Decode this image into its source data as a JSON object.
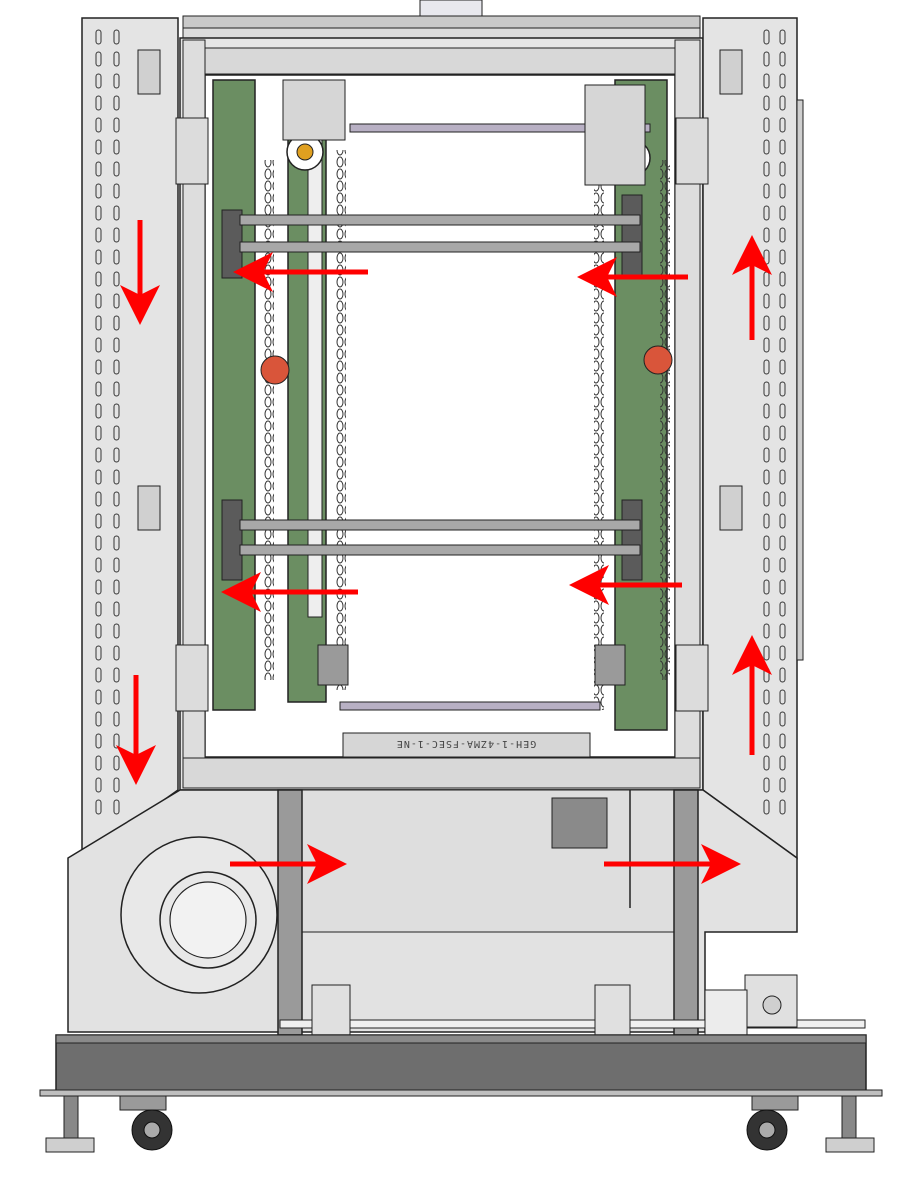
{
  "drawing": {
    "part_stamp": "GEH-1-4ZMA-FSEC-1-NE"
  },
  "colors": {
    "arrow": "#ff0000",
    "frame_side": "#e6e6e6",
    "frame_face": "#d7d7d7",
    "column_green": "#6b8e62",
    "column_green_dark": "#4f6b48",
    "steel": "#9a9a9a",
    "base": "#6e6e6e",
    "outline": "#222222",
    "shaft": "#b8b0c4",
    "sprocket": "#d9553a"
  },
  "airflow_arrows": [
    {
      "panel": "left-door-upper",
      "direction": "down"
    },
    {
      "panel": "left-door-lower",
      "direction": "down"
    },
    {
      "panel": "right-door-upper",
      "direction": "up"
    },
    {
      "panel": "right-door-lower",
      "direction": "up"
    },
    {
      "panel": "left-column-upper",
      "direction": "left"
    },
    {
      "panel": "right-column-upper",
      "direction": "left"
    },
    {
      "panel": "left-column-lower",
      "direction": "left"
    },
    {
      "panel": "right-column-lower",
      "direction": "left"
    },
    {
      "panel": "lower-housing-left",
      "direction": "right"
    },
    {
      "panel": "lower-housing-right",
      "direction": "right"
    }
  ]
}
